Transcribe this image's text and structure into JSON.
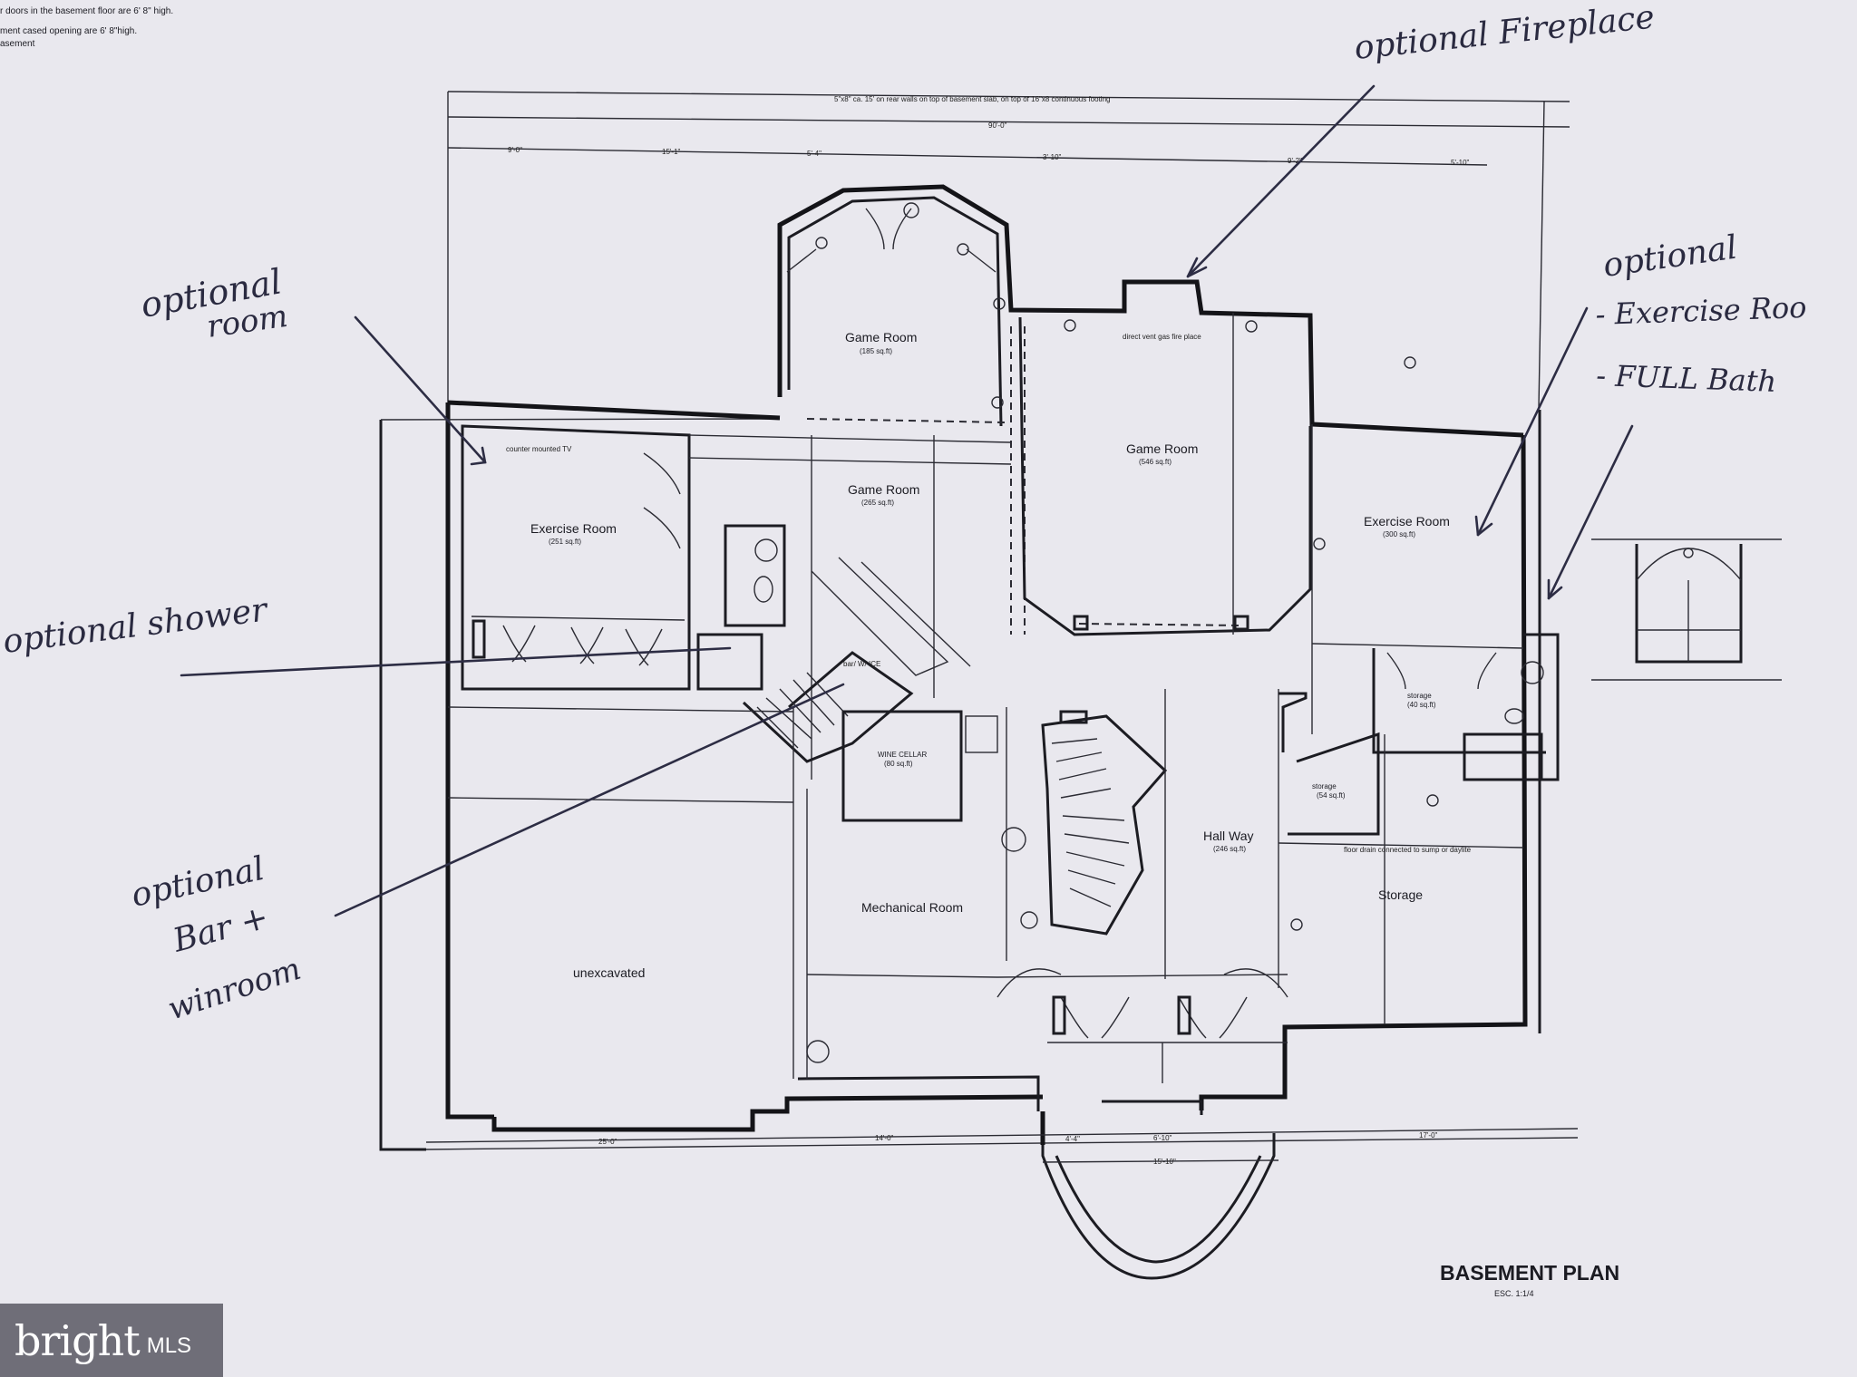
{
  "top_notes": [
    "r doors in the basement floor are 6' 8\" high.",
    "ment cased opening are 6' 8\"high.",
    "asement"
  ],
  "dimension_strings": {
    "overall_top": "5\"x8\" ca. 15' on rear walls on top of basement slab, on top of 16\"x8 continuous footing",
    "fireplace_note": "direct vent gas fire place",
    "exercise_note": "counter mounted TV",
    "bar_note": "bar/ W/ ICE",
    "hall_note": "floor drain connected to sump or daylite"
  },
  "rooms": [
    {
      "id": "game-room-north",
      "name": "Game Room",
      "area": "(185 sq.ft)"
    },
    {
      "id": "game-room-center",
      "name": "Game Room",
      "area": "(265 sq.ft)"
    },
    {
      "id": "game-room-east",
      "name": "Game Room",
      "area": "(546 sq.ft)"
    },
    {
      "id": "exercise-room-west",
      "name": "Exercise Room",
      "area": "(251 sq.ft)"
    },
    {
      "id": "exercise-room-east",
      "name": "Exercise Room",
      "area": "(300 sq.ft)"
    },
    {
      "id": "wine-cellar",
      "name": "WINE CELLAR",
      "area": "(80 sq.ft)"
    },
    {
      "id": "mechanical-room",
      "name": "Mechanical Room",
      "area": ""
    },
    {
      "id": "hall-way",
      "name": "Hall Way",
      "area": "(246 sq.ft)"
    },
    {
      "id": "storage-main",
      "name": "Storage",
      "area": ""
    },
    {
      "id": "storage-small",
      "name": "storage",
      "area": "(54 sq.ft)"
    },
    {
      "id": "storage-bath",
      "name": "storage",
      "area": "(40 sq.ft)"
    },
    {
      "id": "unexcavated",
      "name": "unexcavated",
      "area": ""
    }
  ],
  "handwritten_notes": [
    {
      "id": "optional-fireplace",
      "lines": [
        "optional Fireplace"
      ]
    },
    {
      "id": "optional-room",
      "lines": [
        "optional",
        "room"
      ]
    },
    {
      "id": "optional-exercise",
      "lines": [
        "optional",
        "- Exercise Roo",
        "- FULL Bath"
      ]
    },
    {
      "id": "optional-shower",
      "lines": [
        "optional shower"
      ]
    },
    {
      "id": "optional-bar",
      "lines": [
        "optional",
        "Bar +",
        "winroom"
      ]
    }
  ],
  "drawing_title": "BASEMENT PLAN",
  "drawing_scale": "ESC. 1:1/4",
  "watermark": {
    "brand": "bright",
    "suffix": "MLS"
  },
  "colors": {
    "paper": "#e9e8ee",
    "ink": "#1c1c22",
    "pen": "#2d2d44"
  }
}
